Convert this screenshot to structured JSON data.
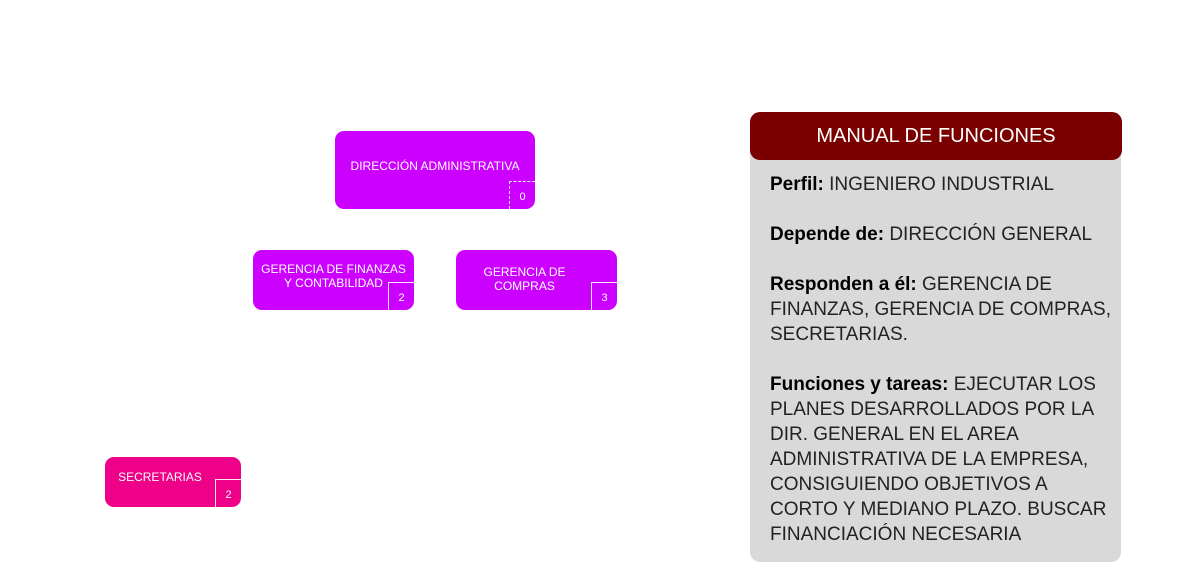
{
  "org_chart": {
    "nodes": [
      {
        "id": "dir",
        "label": "DIRECCIÓN ADMINISTRATIVA",
        "count": "0",
        "color": "#cc00ff"
      },
      {
        "id": "fin",
        "label": "GERENCIA DE FINANZAS Y CONTABILIDAD",
        "count": "2",
        "color": "#cc00ff"
      },
      {
        "id": "com",
        "label": "GERENCIA DE COMPRAS",
        "count": "3",
        "color": "#cc00ff"
      },
      {
        "id": "sec",
        "label": "SECRETARIAS",
        "count": "2",
        "color": "#ee0088"
      }
    ]
  },
  "panel": {
    "title": "MANUAL DE FUNCIONES",
    "header_color": "#7a0000",
    "background_color": "#d9d9d9",
    "fields": [
      {
        "key": "Perfil:",
        "value": "INGENIERO INDUSTRIAL"
      },
      {
        "key": "Depende de:",
        "value": "DIRECCIÓN GENERAL"
      },
      {
        "key": "Responden a él:",
        "value": "GERENCIA DE FINANZAS, GERENCIA DE COMPRAS, SECRETARIAS."
      },
      {
        "key": "Funciones y tareas:",
        "value": "EJECUTAR LOS PLANES DESARROLLADOS POR LA DIR. GENERAL EN EL AREA ADMINISTRATIVA DE LA EMPRESA, CONSIGUIENDO OBJETIVOS A CORTO Y MEDIANO PLAZO. BUSCAR FINANCIACIÓN NECESARIA"
      }
    ]
  }
}
